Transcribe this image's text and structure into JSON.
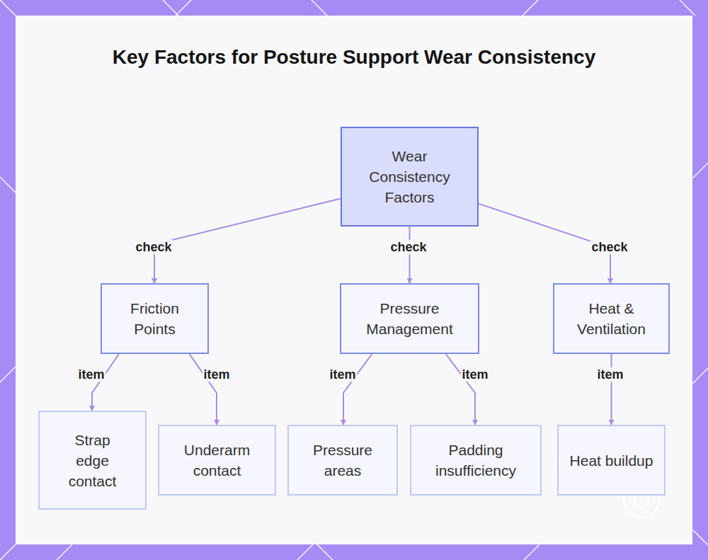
{
  "diagram": {
    "title": "Key Factors for Posture Support Wear Consistency",
    "nodes": [
      {
        "text": [
          "Wear Consistency Factors"
        ]
      },
      {
        "text": [
          "Friction Points"
        ]
      },
      {
        "text": [
          "Pressure Management"
        ]
      },
      {
        "text": [
          "Heat & Ventilation"
        ]
      },
      {
        "text": [
          "Strap edge contact"
        ]
      },
      {
        "text": [
          "Underarm contact"
        ]
      },
      {
        "text": [
          "Pressure areas"
        ]
      },
      {
        "text": [
          "Padding insufficiency"
        ]
      },
      {
        "text": [
          "Heat buildup"
        ]
      }
    ],
    "edges": [
      {
        "from": 0,
        "to": 1,
        "label": "check",
        "arrow": "to"
      },
      {
        "from": 0,
        "to": 2,
        "label": "check",
        "arrow": "to"
      },
      {
        "from": 0,
        "to": 3,
        "label": "check",
        "arrow": "to"
      },
      {
        "from": 1,
        "to": 4,
        "label": "item",
        "arrow": "to"
      },
      {
        "from": 1,
        "to": 5,
        "label": "item",
        "arrow": "to"
      },
      {
        "from": 2,
        "to": 6,
        "label": "item",
        "arrow": "to"
      },
      {
        "from": 2,
        "to": 7,
        "label": "item",
        "arrow": "to"
      },
      {
        "from": 3,
        "to": 8,
        "label": "item",
        "arrow": "to"
      }
    ]
  }
}
